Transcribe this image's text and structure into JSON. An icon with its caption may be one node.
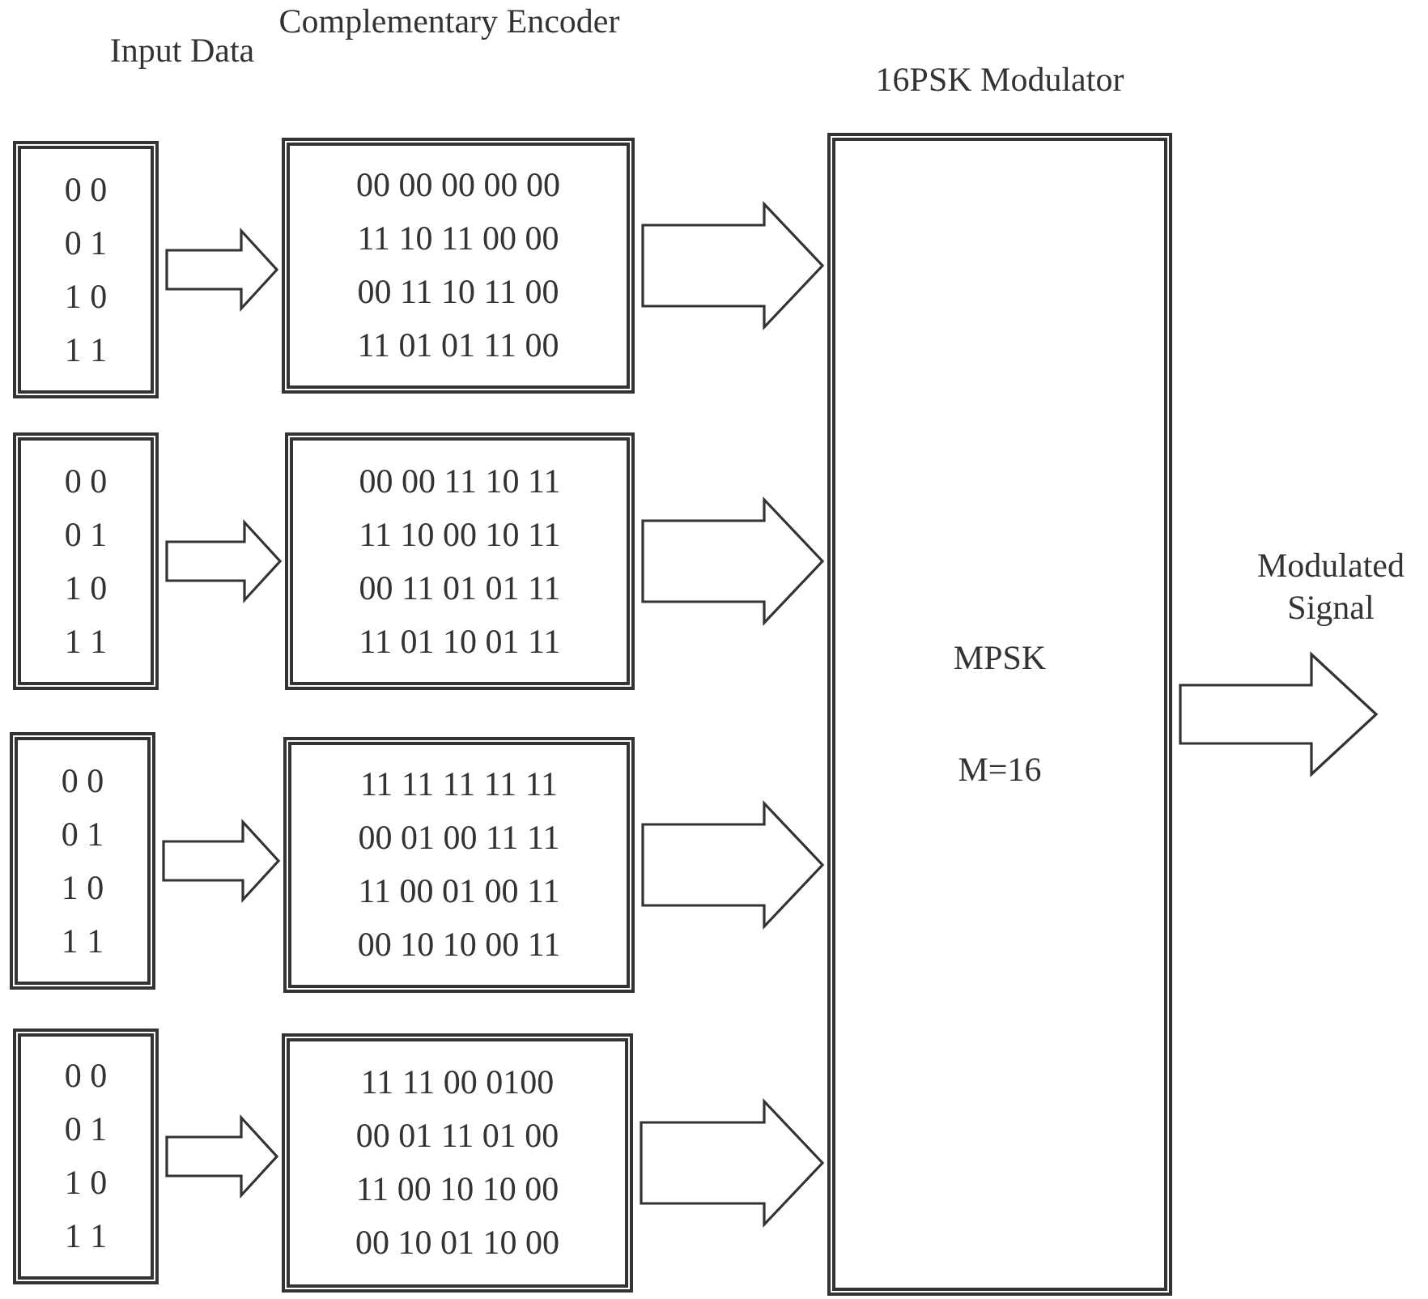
{
  "diagram": {
    "nodes": [
      {
        "text": [
          "0 0",
          "0 1",
          "1 0",
          "1 1"
        ]
      },
      {
        "text": [
          "0 0",
          "0 1",
          "1 0",
          "1 1"
        ]
      },
      {
        "text": [
          "0 0",
          "0 1",
          "1 0",
          "1 1"
        ]
      },
      {
        "text": [
          "0 0",
          "0 1",
          "1 0",
          "1 1"
        ]
      },
      {
        "text": [
          "00 00 00 00 00",
          "11 10 11 00 00",
          "00 11 10 11 00",
          "11 01 01 11 00"
        ]
      },
      {
        "text": [
          "00 00 11 10 11",
          "11 10 00 10 11",
          "00 11 01 01 11",
          "11 01 10 01 11"
        ]
      },
      {
        "text": [
          "11 11 11 11 11",
          "00 01 00 11 11",
          "11 00 01 00 11",
          "00 10 10 00 11"
        ]
      },
      {
        "text": [
          "11 11 00 0100",
          "00 01 11 01 00",
          "11 00 10 10 00",
          "00 10 01 10 00"
        ]
      },
      {
        "text": [
          "16PSK Modulator",
          "MPSK",
          "M=16"
        ]
      }
    ],
    "edges": [
      {
        "from": 0,
        "to": 4,
        "arrow": "to"
      },
      {
        "from": 1,
        "to": 5,
        "arrow": "to"
      },
      {
        "from": 2,
        "to": 6,
        "arrow": "to"
      },
      {
        "from": 3,
        "to": 7,
        "arrow": "to"
      },
      {
        "from": 4,
        "to": 8,
        "arrow": "to"
      },
      {
        "from": 5,
        "to": 8,
        "arrow": "to"
      },
      {
        "from": 6,
        "to": 8,
        "arrow": "to"
      },
      {
        "from": 7,
        "to": 8,
        "arrow": "to"
      },
      {
        "from": 8,
        "to": null,
        "arrow": "to",
        "label": "Modulated Signal"
      }
    ],
    "labels": [
      "Input Data",
      "Complementary Encoder"
    ]
  }
}
